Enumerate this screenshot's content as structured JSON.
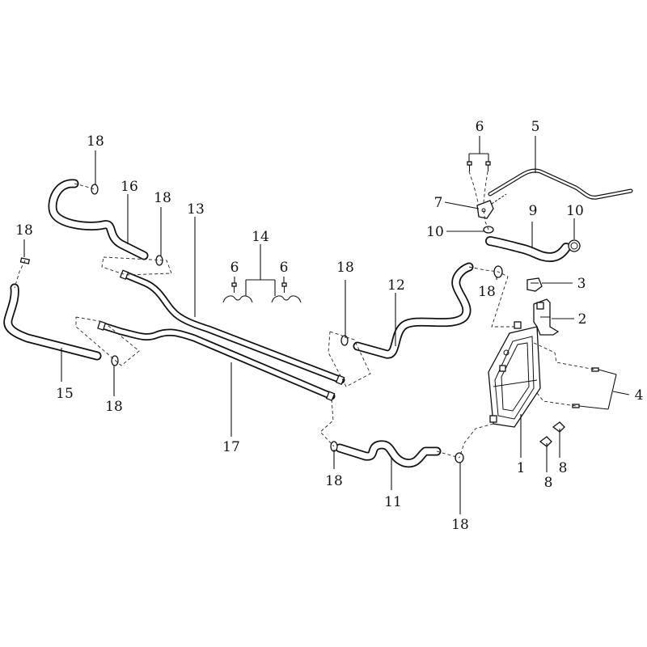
{
  "callouts": {
    "c1": "1",
    "c2": "2",
    "c3": "3",
    "c4": "4",
    "c5": "5",
    "c6a": "6",
    "c6b": "6",
    "c6c": "6",
    "c7": "7",
    "c8a": "8",
    "c8b": "8",
    "c9": "9",
    "c10a": "10",
    "c10b": "10",
    "c11": "11",
    "c12": "12",
    "c13": "13",
    "c14": "14",
    "c15": "15",
    "c16": "16",
    "c17": "17",
    "c18a": "18",
    "c18b": "18",
    "c18c": "18",
    "c18d": "18",
    "c18e": "18",
    "c18f": "18",
    "c18g": "18",
    "c18h": "18"
  }
}
